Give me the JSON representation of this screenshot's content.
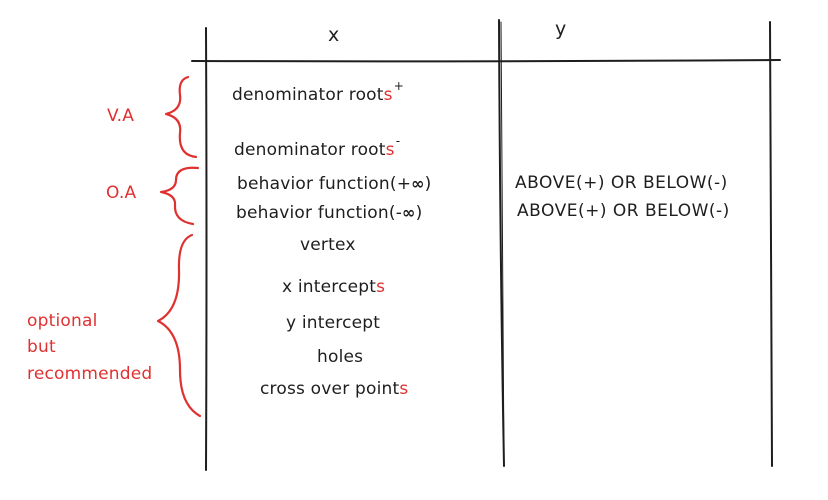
{
  "colors": {
    "ink": "#1e1e1e",
    "accent_red": "#e03131",
    "background": "#ffffff"
  },
  "table": {
    "headers": {
      "x": "x",
      "y": "y"
    },
    "x_column": [
      {
        "text": "denominator root",
        "red_suffix": "s",
        "superscript": "+"
      },
      {
        "text": "denominator root",
        "red_suffix": "s",
        "superscript": "-"
      },
      {
        "text": "behavior function(+",
        "symbol": "∞",
        "close": ")"
      },
      {
        "text": "behavior function(-",
        "symbol": "∞",
        "close": ")"
      },
      {
        "text": "vertex"
      },
      {
        "text": "x intercept",
        "red_suffix": "s"
      },
      {
        "text": "y intercept"
      },
      {
        "text": "holes"
      },
      {
        "text": "cross over point",
        "red_suffix": "s"
      }
    ],
    "y_column": [
      {
        "text": "ABOVE(+) OR BELOW(-)"
      },
      {
        "text": "ABOVE(+) OR BELOW(-)"
      }
    ]
  },
  "annotations": {
    "va": "V.A",
    "oa": "O.A",
    "optional": [
      "optional",
      "but",
      "recommended"
    ]
  }
}
